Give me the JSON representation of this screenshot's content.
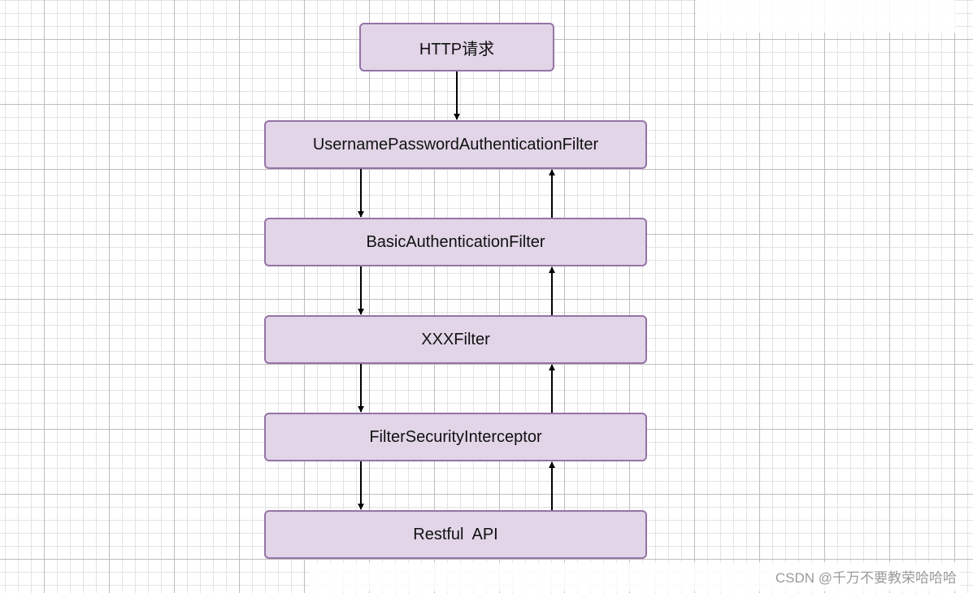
{
  "diagram": {
    "nodes": [
      {
        "id": "http",
        "label": "HTTP请求"
      },
      {
        "id": "upaf",
        "label": "UsernamePasswordAuthenticationFilter"
      },
      {
        "id": "baf",
        "label": "BasicAuthenticationFilter"
      },
      {
        "id": "xxx",
        "label": "XXXFilter"
      },
      {
        "id": "fsi",
        "label": "FilterSecurityInterceptor"
      },
      {
        "id": "api",
        "label": "Restful  API"
      }
    ],
    "edges": [
      {
        "from": "http",
        "to": "upaf",
        "direction": "down"
      },
      {
        "from": "upaf",
        "to": "baf",
        "direction": "down"
      },
      {
        "from": "baf",
        "to": "xxx",
        "direction": "down"
      },
      {
        "from": "xxx",
        "to": "fsi",
        "direction": "down"
      },
      {
        "from": "fsi",
        "to": "api",
        "direction": "down"
      },
      {
        "from": "api",
        "to": "fsi",
        "direction": "up"
      },
      {
        "from": "fsi",
        "to": "xxx",
        "direction": "up"
      },
      {
        "from": "xxx",
        "to": "baf",
        "direction": "up"
      },
      {
        "from": "baf",
        "to": "upaf",
        "direction": "up"
      }
    ],
    "colors": {
      "node_fill": "#e1d5e7",
      "node_border": "#9673a6",
      "arrow": "#000000"
    }
  },
  "watermark": "CSDN @千万不要教荣哈哈哈"
}
